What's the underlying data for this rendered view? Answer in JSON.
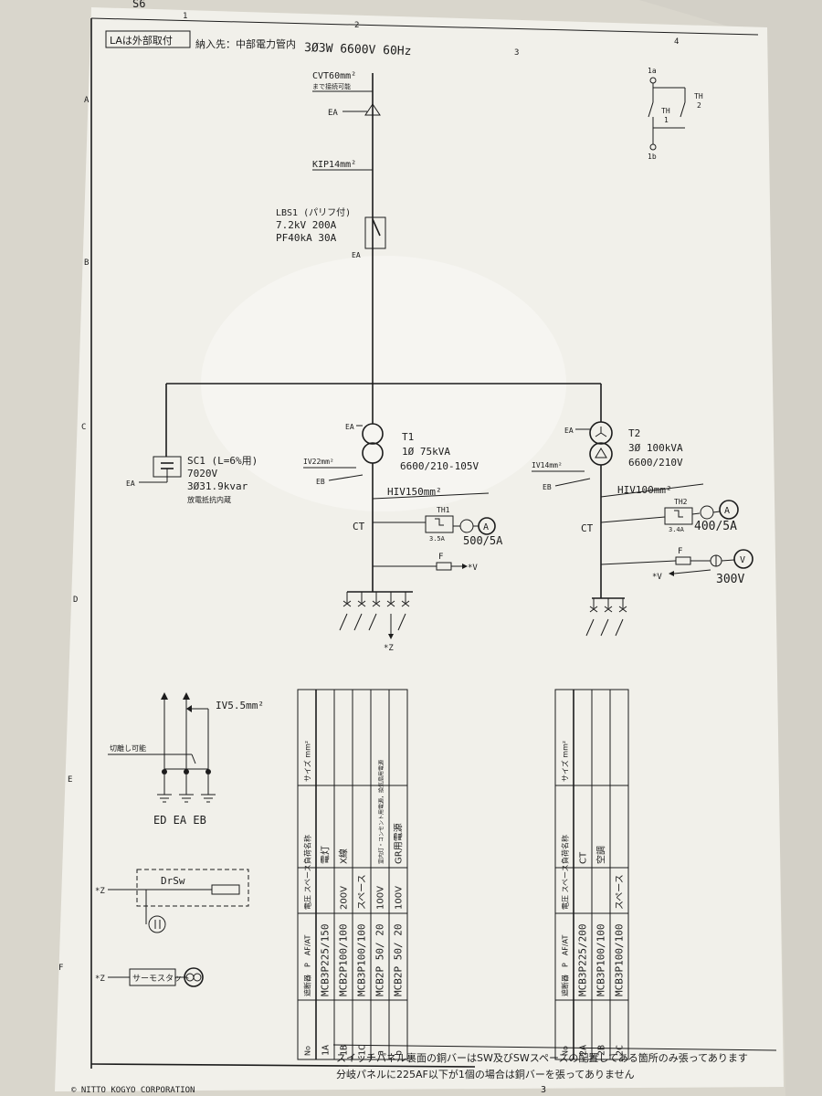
{
  "sheet": {
    "sheet_no": "S6",
    "col_marks": [
      "1",
      "2",
      "3",
      "4"
    ],
    "row_marks": [
      "A",
      "B",
      "C",
      "D",
      "E",
      "F"
    ],
    "bottom_col_mark": "3",
    "copyright": "© NITTO KOGYO CORPORATION"
  },
  "header": {
    "la_note": "LAは外部取付",
    "supply": "納入先：中部電力管内",
    "system": "3Ø3W 6600V 60Hz"
  },
  "incoming": {
    "cable": "CVT60mm²",
    "cable_note": "まで接続可能",
    "ea_top": "EA",
    "kip": "KIP14mm²",
    "lbs_name": "LBS1 (パリフ付)",
    "lbs_rating": "7.2kV 200A",
    "lbs_pf": "PF40kA 30A",
    "ea_lbs": "EA"
  },
  "th_detail": {
    "pt_1a": "1a",
    "pt_1b": "1b",
    "th": "TH",
    "th1": "1",
    "th2": "2"
  },
  "sc": {
    "name": "SC1 (L=6%用)",
    "voltage": "7020V",
    "kvar": "3Ø31.9kvar",
    "note": "放電抵抗内蔵",
    "ea": "EA"
  },
  "t1": {
    "name": "T1",
    "kva": "1Ø 75kVA",
    "ratio": "6600/210-105V",
    "ea": "EA",
    "eb": "EB",
    "iv": "IV22mm²",
    "hiv": "HIV150mm²",
    "ct": "CT",
    "th": "TH1",
    "th_a": "3.5A",
    "ammeter": "A",
    "ct_ratio": "500/5A",
    "fuse": "F",
    "v_ref": "*V",
    "z_ref": "*Z"
  },
  "t2": {
    "name": "T2",
    "kva": "3Ø 100kVA",
    "ratio": "6600/210V",
    "ea": "EA",
    "eb": "EB",
    "iv": "IV14mm²",
    "hiv": "HIV100mm²",
    "ct": "CT",
    "th": "TH2",
    "th_a": "3.4A",
    "ammeter": "A",
    "ct_ratio": "400/5A",
    "fuse": "F",
    "v_ref": "*V",
    "voltmeter": "V",
    "vm_range": "300V"
  },
  "earth": {
    "wire": "IV5.5mm²",
    "note": "切離し可能",
    "labels": "ED EA EB"
  },
  "doors": {
    "z_ref1": "*Z",
    "drsw": "DrSw",
    "z_ref2": "*Z",
    "thermostat": "サーモスタット"
  },
  "table1": {
    "headers": [
      "No",
      "遮断器　P　AF/AT",
      "電圧 スペース",
      "負荷名称",
      "サイズ mm²"
    ],
    "rows": [
      [
        "1A",
        "MCB3P225/150",
        "",
        "電灯",
        ""
      ],
      [
        "1B",
        "MCB2P100/100",
        "200V",
        "X線",
        ""
      ],
      [
        "1C",
        "MCB3P100/100",
        "スペース",
        "",
        ""
      ],
      [
        "a",
        "MCB2P 50/ 20",
        "100V",
        "室内灯・コンセント用電源，換気扇用電源",
        ""
      ],
      [
        "b",
        "MCB2P 50/ 20",
        "100V",
        "GR用電源",
        ""
      ]
    ]
  },
  "table2": {
    "headers": [
      "No",
      "遮断器　P　AF/AT",
      "電圧 スペース",
      "負荷名称",
      "サイズ mm²"
    ],
    "rows": [
      [
        "2A",
        "MCB3P225/200",
        "",
        "CT",
        ""
      ],
      [
        "2B",
        "MCB3P100/100",
        "",
        "空調",
        ""
      ],
      [
        "2C",
        "MCB3P100/100",
        "スペース",
        "",
        ""
      ]
    ]
  },
  "footer": {
    "note1": "スイッチパネル裏面の銅バーはSW及びSWスペースの配置してある箇所のみ張ってあります",
    "note2": "分岐パネルに225AF以下が1個の場合は銅バーを張ってありません"
  }
}
